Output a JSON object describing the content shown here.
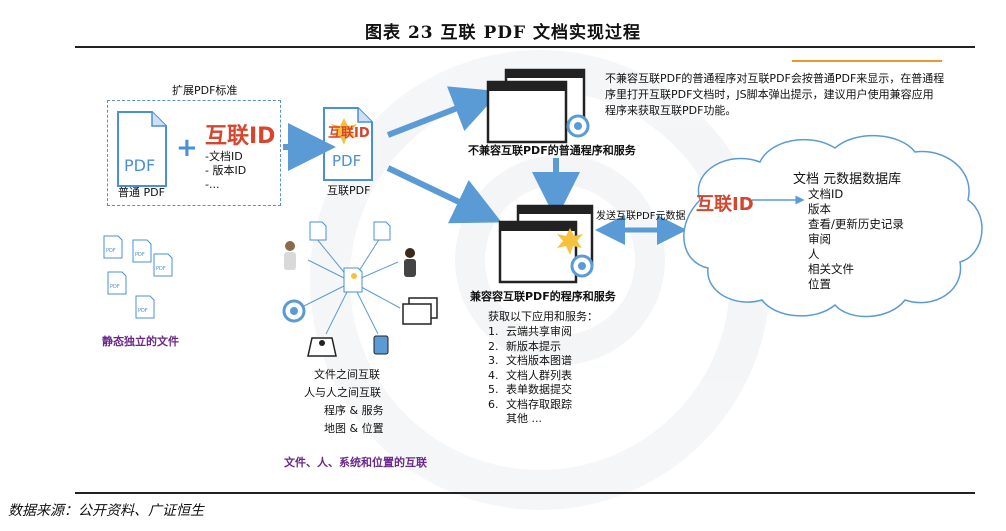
{
  "header": {
    "title": "图表 23 互联 PDF 文档实现过程"
  },
  "footer": {
    "source": "数据来源：公开资料、广证恒生"
  },
  "left": {
    "box_title": "扩展PDF标准",
    "pdf_glyph": "PDF",
    "normal_pdf_label": "普通 PDF",
    "hulian_id": "互联ID",
    "id_items": [
      "-文档ID",
      "- 版本ID",
      "-..."
    ],
    "hulian_pdf_label": "互联PDF",
    "static_docs_label": "静态独立的文件",
    "mini_pdf": "PDF"
  },
  "middle": {
    "link_text": [
      "文件之间互联",
      "人与人之间互联",
      "程序 & 服务",
      "地图 & 位置"
    ],
    "bottom_label": "文件、人、系统和位置的互联"
  },
  "top_program": {
    "label": "不兼容互联PDF的普通程序和服务",
    "note": [
      "不兼容互联PDF的普通程序对互联PDF会按普通PDF来显示，在普通程",
      "序里打开互联PDF文档时，JS脚本弹出提示，建议用户使用兼容应用",
      "程序来获取互联PDF功能。"
    ]
  },
  "compat_program": {
    "label": "兼容容互联PDF的程序和服务",
    "services_title": "获取以下应用和服务：",
    "services": [
      {
        "n": "1.",
        "t": "云端共享审阅"
      },
      {
        "n": "2.",
        "t": "新版本提示"
      },
      {
        "n": "3.",
        "t": "文档版本图谱"
      },
      {
        "n": "4.",
        "t": "文档人群列表"
      },
      {
        "n": "5.",
        "t": "表单数据提交"
      },
      {
        "n": "6.",
        "t": "文档存取跟踪"
      }
    ],
    "services_more": "其他 ..."
  },
  "sync_label": "发送互联PDF元数据",
  "cloud": {
    "hulian_id": "互联ID",
    "db_title": "文档 元数据数据库",
    "db_items": [
      "文档ID",
      "版本",
      "查看/更新历史记录",
      "审阅",
      "人",
      "相关文件",
      "位置"
    ]
  },
  "colors": {
    "arrow": "#5b9bd5",
    "accent_red": "#d6452e",
    "purple": "#6a2a8c",
    "rule": "#222222"
  }
}
